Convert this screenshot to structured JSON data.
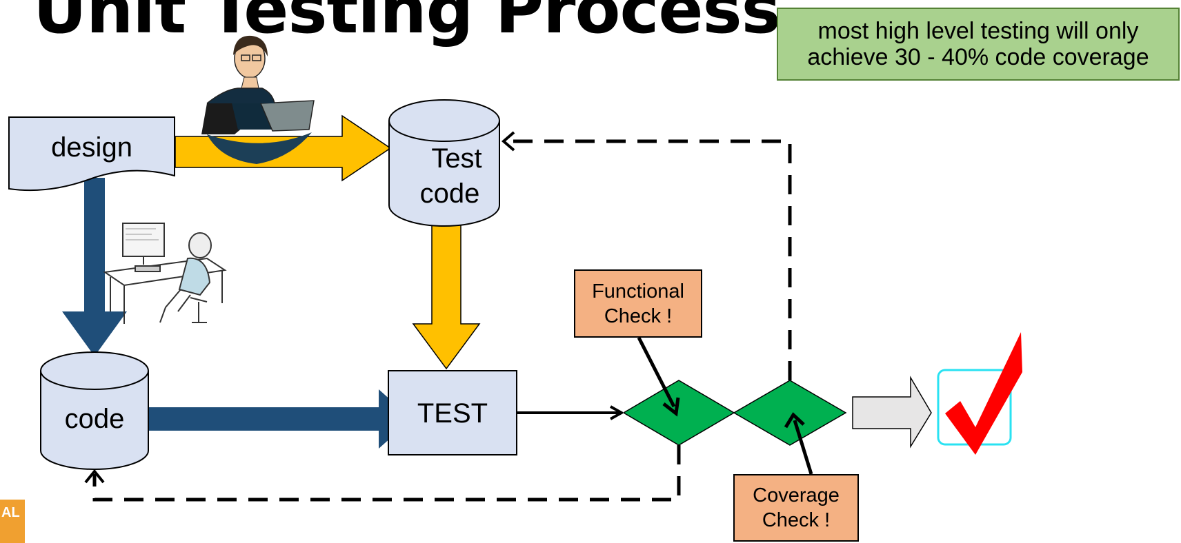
{
  "title": "Unit Testing Process",
  "note": "most high level testing will only achieve 30 - 40% code coverage",
  "nodes": {
    "design": "design",
    "test_code_line1": "Test",
    "test_code_line2": "code",
    "code": "code",
    "test": "TEST"
  },
  "labels": {
    "functional_check": "Functional Check !",
    "coverage_check": "Coverage Check !"
  },
  "logo": {
    "text": "AL"
  },
  "colors": {
    "design_arrow": "#1f4e79",
    "test_arrow": "#ffc000",
    "decision": "#00b050",
    "label_fill": "#f4b183",
    "note_fill": "#a9d18e",
    "check": "#ff0000"
  },
  "icons": [
    "person-with-laptop-icon",
    "person-at-desk-icon",
    "checkmark-icon"
  ]
}
